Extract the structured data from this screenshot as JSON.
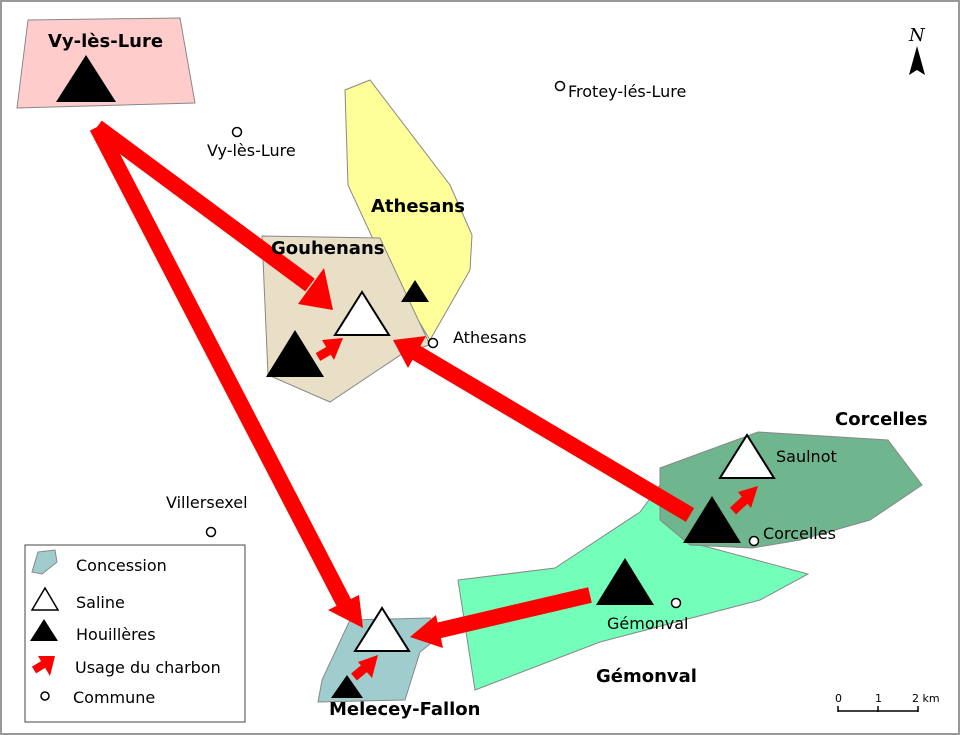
{
  "concessions": [
    {
      "name": "Vy-lès-Lure",
      "color": "#ffcccc"
    },
    {
      "name": "Athesans",
      "color": "#ffff99"
    },
    {
      "name": "Gouhenans",
      "color": "#e8dfc6"
    },
    {
      "name": "Corcelles",
      "color": "#6fb58e"
    },
    {
      "name": "Gémonval",
      "color": "#73ffba"
    },
    {
      "name": "Melecey-Fallon",
      "color": "#9fcccc"
    }
  ],
  "communes": [
    "Vy-lès-Lure",
    "Frotey-lés-Lure",
    "Athesans",
    "Villersexel",
    "Saulnot",
    "Corcelles",
    "Gémonval"
  ],
  "legend": {
    "concession": "Concession",
    "saline": "Saline",
    "houilleres": "Houillères",
    "usage": "Usage du charbon",
    "commune": "Commune"
  },
  "scale": {
    "t0": "0",
    "t1": "1",
    "t2": "2 km"
  },
  "north": "N",
  "colors": {
    "arrow": "#ff0000",
    "frame": "#999999",
    "border": "#888888"
  }
}
